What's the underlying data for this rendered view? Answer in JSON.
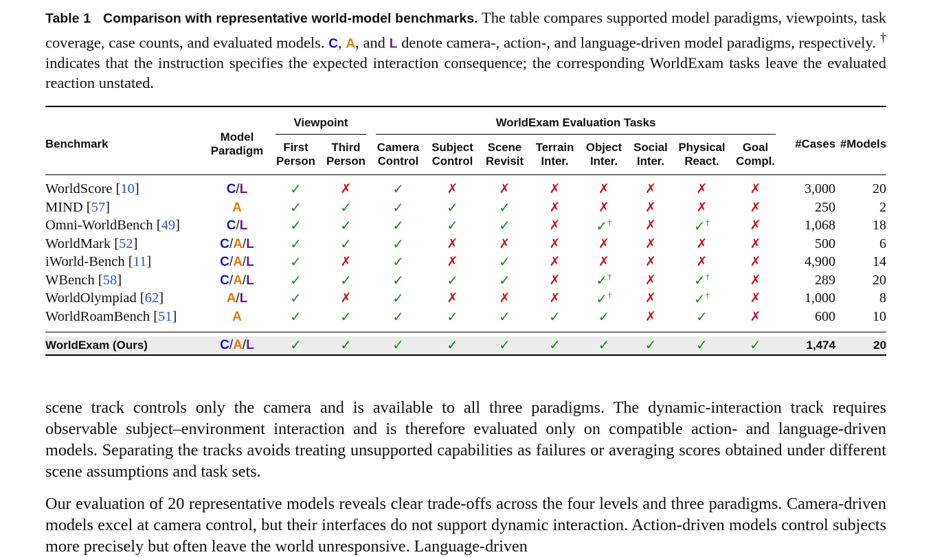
{
  "caption": {
    "label": "Table 1",
    "title": "Comparison with representative world-model benchmarks.",
    "text_1": " The table compares supported model paradigms, viewpoints, task coverage, case counts, and evaluated models. ",
    "sep_1": ", ",
    "sep_2": ", and ",
    "text_2": " denote camera-, action-, and language-driven model paradigms, respectively. ",
    "dagger": "†",
    "text_3": " indicates that the instruction specifies the expected interaction consequence; the corresponding WorldExam tasks leave the evaluated reaction unstated."
  },
  "paradigm_codes": {
    "C": "C",
    "A": "A",
    "L": "L",
    "slash": "/"
  },
  "colors": {
    "camera": "#1a1aa6",
    "action": "#e07b0e",
    "language": "#6b1a8c",
    "check": "#1b8a1b",
    "cross": "#c8141e",
    "cite": "#2a55c8",
    "ours_bg": "#ececec"
  },
  "marks": {
    "yes": "✓",
    "no": "✗",
    "dagger": "†"
  },
  "table": {
    "headers": {
      "benchmark": "Benchmark",
      "paradigm_1": "Model",
      "paradigm_2": "Paradigm",
      "viewpoint_group": "Viewpoint",
      "tasks_group": "WorldExam Evaluation Tasks",
      "cases": "#Cases",
      "models": "#Models",
      "sub": [
        [
          "First",
          "Person"
        ],
        [
          "Third",
          "Person"
        ],
        [
          "Camera",
          "Control"
        ],
        [
          "Subject",
          "Control"
        ],
        [
          "Scene",
          "Revisit"
        ],
        [
          "Terrain",
          "Inter."
        ],
        [
          "Object",
          "Inter."
        ],
        [
          "Social",
          "Inter."
        ],
        [
          "Physical",
          "React."
        ],
        [
          "Goal",
          "Compl."
        ]
      ]
    },
    "rows": [
      {
        "name": "WorldScore",
        "cite": "10",
        "paradigm": [
          "C",
          "L"
        ],
        "cells": [
          "y",
          "n",
          "y",
          "n",
          "n",
          "n",
          "n",
          "n",
          "n",
          "n"
        ],
        "cases": "3,000",
        "models": "20"
      },
      {
        "name": "MIND",
        "cite": "57",
        "paradigm": [
          "A"
        ],
        "cells": [
          "y",
          "y",
          "y",
          "y",
          "y",
          "n",
          "n",
          "n",
          "n",
          "n"
        ],
        "cases": "250",
        "models": "2"
      },
      {
        "name": "Omni-WorldBench",
        "cite": "49",
        "paradigm": [
          "C",
          "L"
        ],
        "cells": [
          "y",
          "y",
          "y",
          "y",
          "y",
          "n",
          "yd",
          "n",
          "yd",
          "n"
        ],
        "cases": "1,068",
        "models": "18"
      },
      {
        "name": "WorldMark",
        "cite": "52",
        "paradigm": [
          "C",
          "A",
          "L"
        ],
        "cells": [
          "y",
          "y",
          "y",
          "n",
          "n",
          "n",
          "n",
          "n",
          "n",
          "n"
        ],
        "cases": "500",
        "models": "6"
      },
      {
        "name": "iWorld-Bench",
        "cite": "11",
        "paradigm": [
          "C",
          "A",
          "L"
        ],
        "cells": [
          "y",
          "n",
          "y",
          "n",
          "y",
          "n",
          "n",
          "n",
          "n",
          "n"
        ],
        "cases": "4,900",
        "models": "14"
      },
      {
        "name": "WBench",
        "cite": "58",
        "paradigm": [
          "C",
          "A",
          "L"
        ],
        "cells": [
          "y",
          "y",
          "y",
          "y",
          "y",
          "n",
          "yd",
          "n",
          "yd",
          "n"
        ],
        "cases": "289",
        "models": "20"
      },
      {
        "name": "WorldOlympiad",
        "cite": "62",
        "paradigm": [
          "A",
          "L"
        ],
        "cells": [
          "y",
          "n",
          "y",
          "n",
          "n",
          "n",
          "yd",
          "n",
          "yd",
          "n"
        ],
        "cases": "1,000",
        "models": "8"
      },
      {
        "name": "WorldRoamBench",
        "cite": "51",
        "paradigm": [
          "A"
        ],
        "cells": [
          "y",
          "y",
          "y",
          "y",
          "y",
          "y",
          "y",
          "n",
          "y",
          "n"
        ],
        "cases": "600",
        "models": "10"
      }
    ],
    "ours": {
      "name": "WorldExam (Ours)",
      "paradigm": [
        "C",
        "A",
        "L"
      ],
      "cells": [
        "y",
        "y",
        "y",
        "y",
        "y",
        "y",
        "y",
        "y",
        "y",
        "y"
      ],
      "cases": "1,474",
      "models": "20"
    }
  },
  "body": {
    "paragraph_1": "scene track controls only the camera and is available to all three paradigms. The dynamic-interaction track requires observable subject–environment interaction and is therefore evaluated only on compatible action- and language-driven models. Separating the tracks avoids treating unsupported capabilities as failures or averaging scores obtained under different scene assumptions and task sets.",
    "paragraph_2": "Our evaluation of 20 representative models reveals clear trade-offs across the four levels and three paradigms. Camera-driven models excel at camera control, but their interfaces do not support dynamic interaction. Action-driven models control subjects more precisely but often leave the world unresponsive. Language-driven"
  }
}
